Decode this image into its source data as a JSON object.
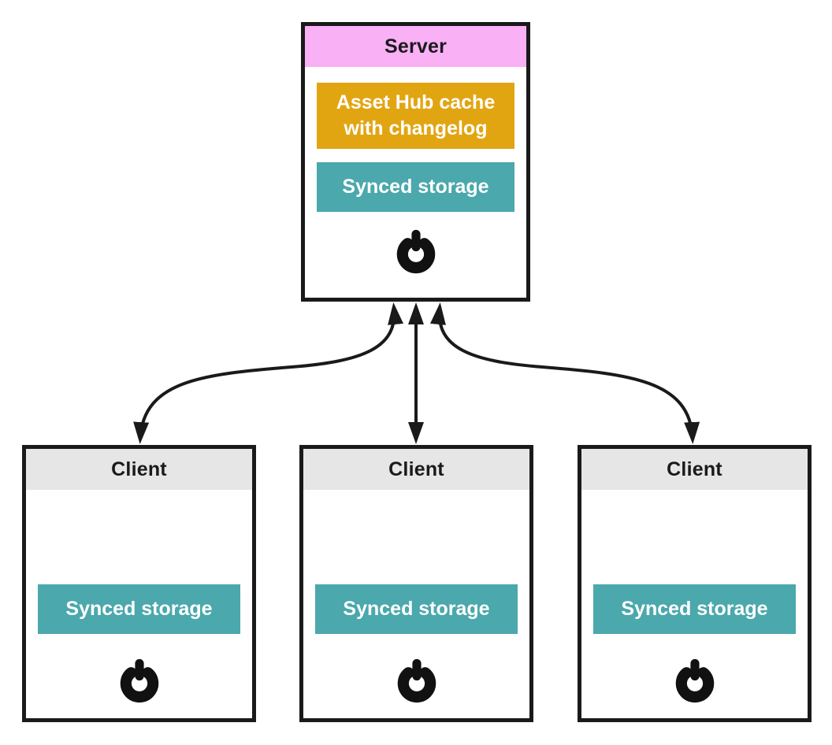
{
  "server": {
    "title": "Server",
    "cache_label": "Asset Hub cache with changelog",
    "storage_label": "Synced storage"
  },
  "clients": [
    {
      "title": "Client",
      "storage_label": "Synced storage"
    },
    {
      "title": "Client",
      "storage_label": "Synced storage"
    },
    {
      "title": "Client",
      "storage_label": "Synced storage"
    }
  ],
  "connections": [
    {
      "from": "server",
      "to": "client-1",
      "bidirectional": true
    },
    {
      "from": "server",
      "to": "client-2",
      "bidirectional": true
    },
    {
      "from": "server",
      "to": "client-3",
      "bidirectional": true
    }
  ],
  "icons": {
    "power": "power-icon"
  },
  "colors": {
    "server_header": "#f9b0f5",
    "client_header": "#e6e6e6",
    "cache_box": "#e2a512",
    "storage_box": "#4ba8ac",
    "border": "#1a1a1a",
    "arrow": "#1a1a1a"
  }
}
